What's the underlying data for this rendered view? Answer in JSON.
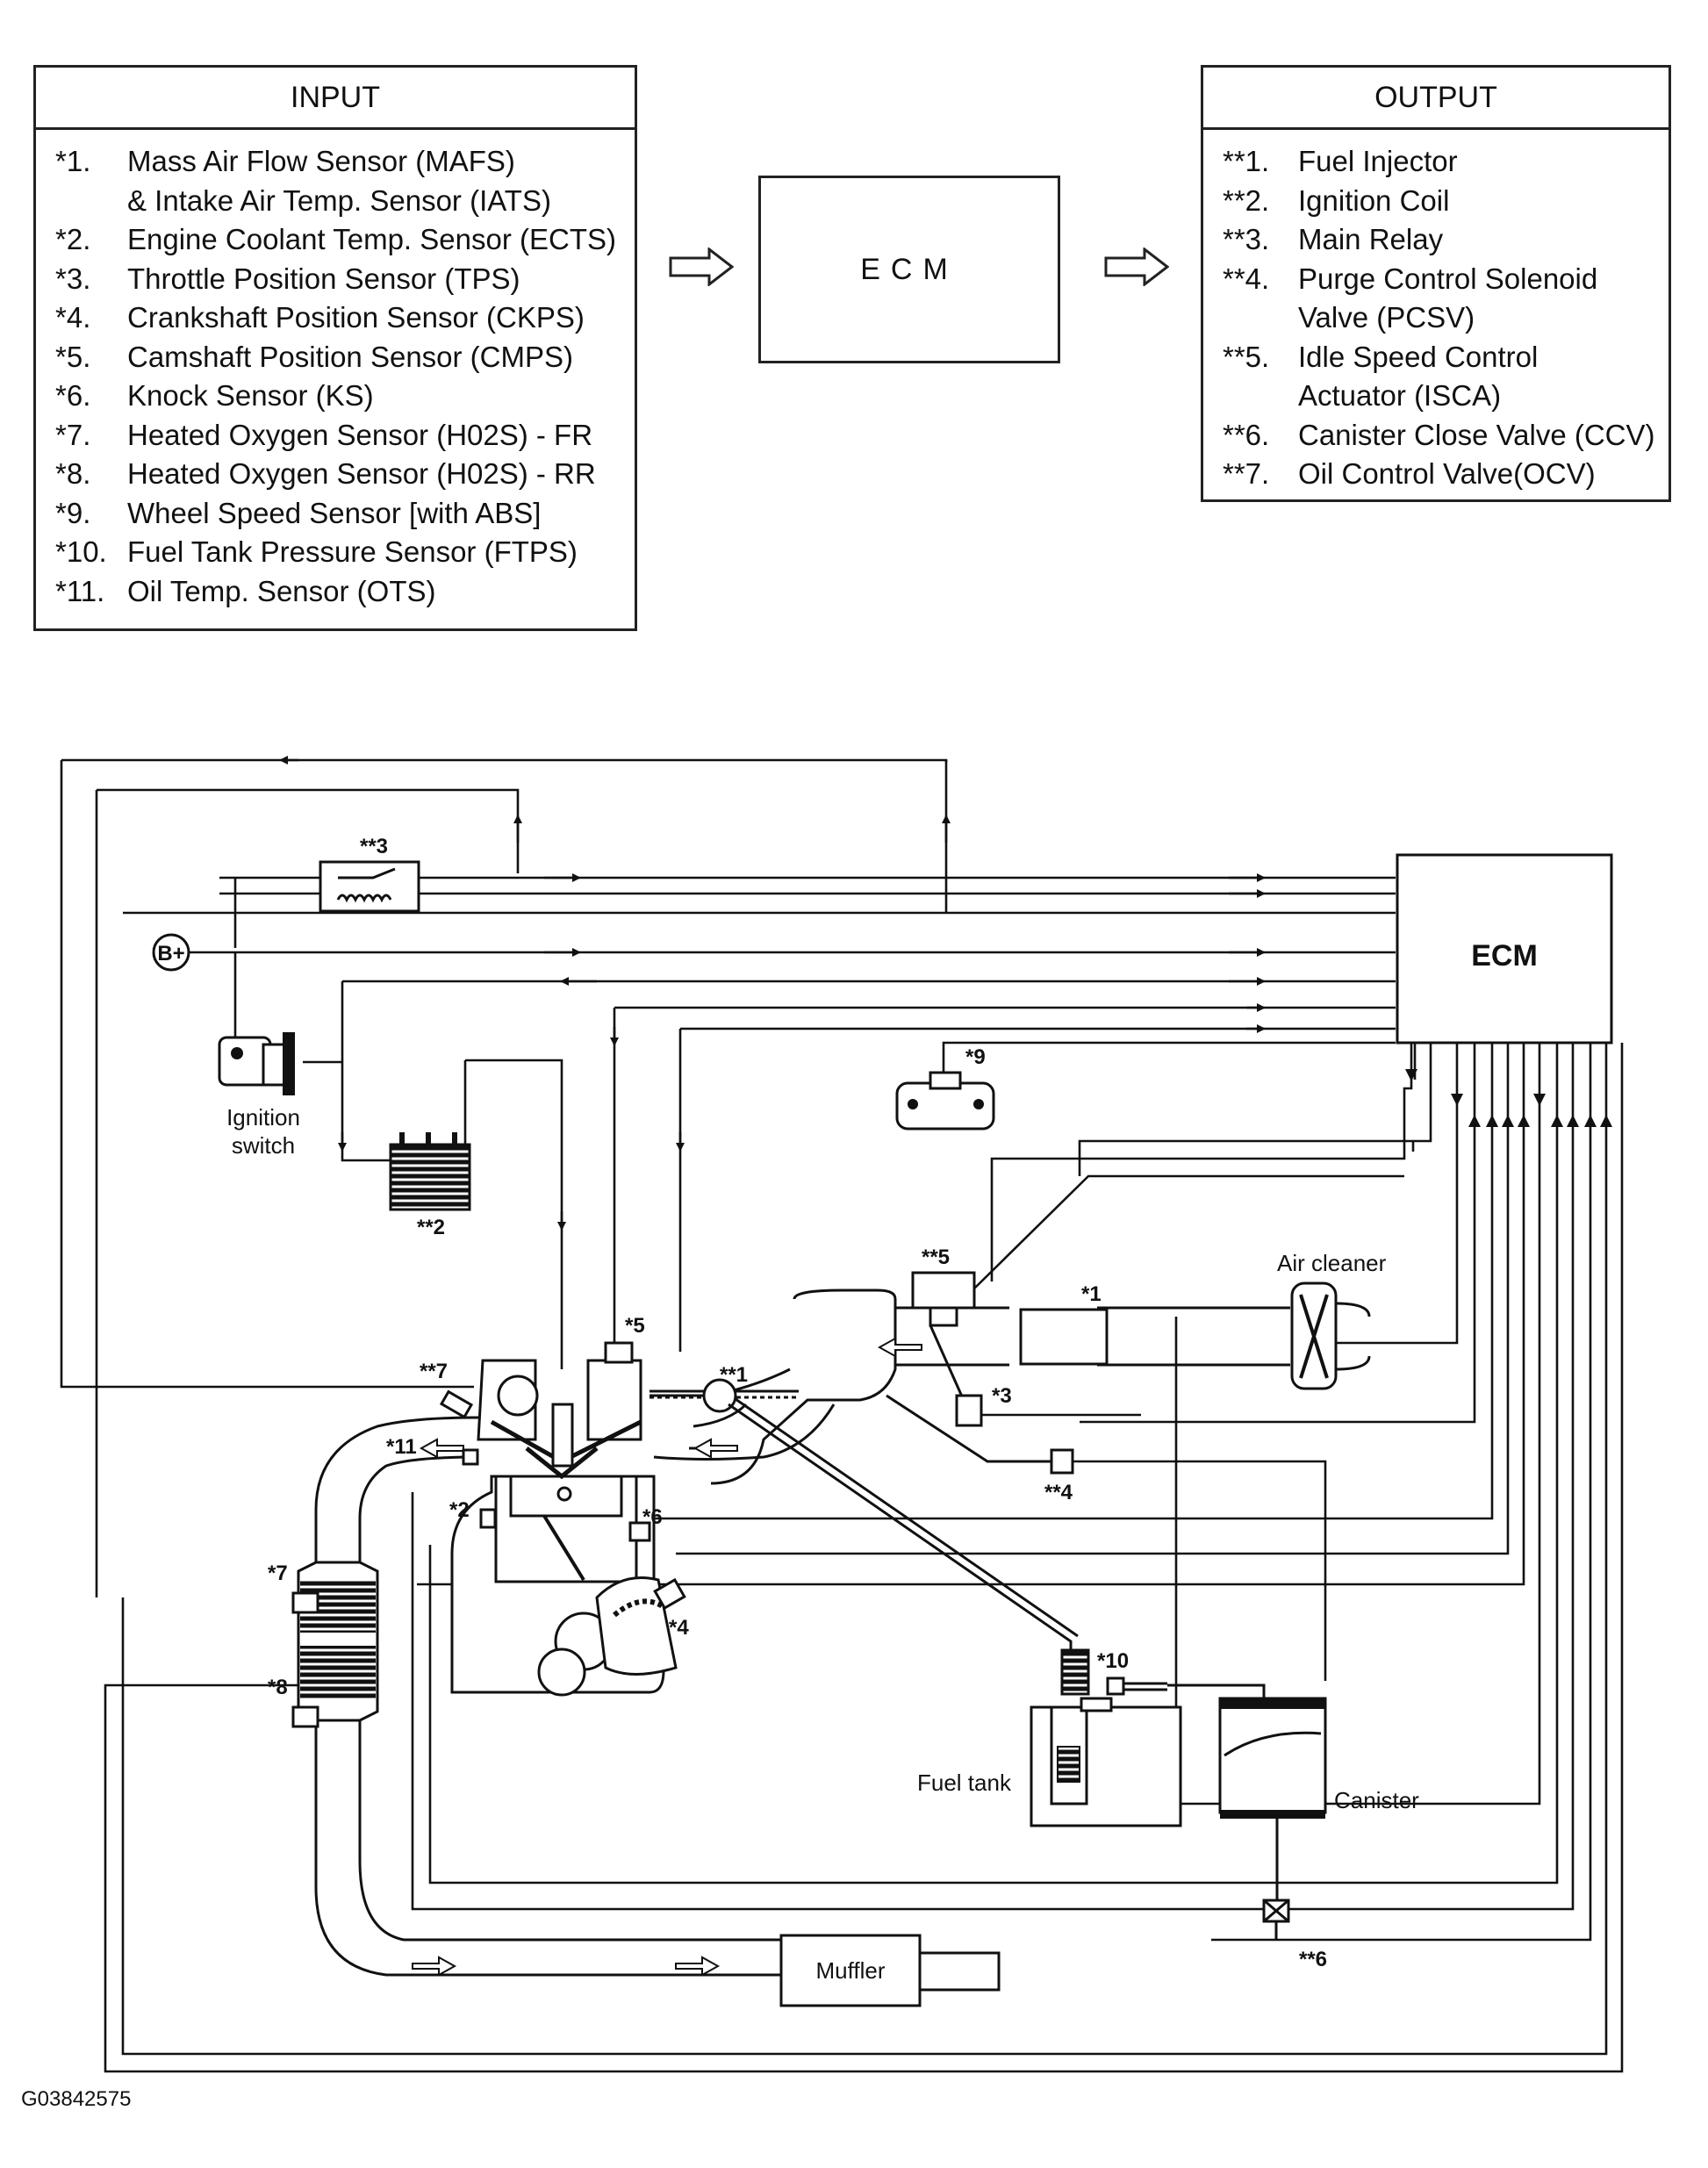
{
  "input": {
    "title": "INPUT",
    "items": [
      {
        "num": "*1.",
        "text": "Mass Air Flow Sensor (MAFS)"
      },
      {
        "num": "",
        "text": "& Intake Air Temp. Sensor (IATS)"
      },
      {
        "num": "*2.",
        "text": "Engine Coolant Temp. Sensor (ECTS)"
      },
      {
        "num": "*3.",
        "text": "Throttle Position Sensor (TPS)"
      },
      {
        "num": "*4.",
        "text": "Crankshaft Position Sensor (CKPS)"
      },
      {
        "num": "*5.",
        "text": "Camshaft Position Sensor (CMPS)"
      },
      {
        "num": "*6.",
        "text": "Knock Sensor (KS)"
      },
      {
        "num": "*7.",
        "text": "Heated Oxygen Sensor (H02S) - FR"
      },
      {
        "num": "*8.",
        "text": "Heated Oxygen Sensor (H02S) - RR"
      },
      {
        "num": "*9.",
        "text": "Wheel Speed Sensor [with ABS]"
      },
      {
        "num": "*10.",
        "text": "Fuel Tank Pressure Sensor (FTPS)"
      },
      {
        "num": "*11.",
        "text": "Oil Temp. Sensor (OTS)"
      }
    ]
  },
  "ecm_block": "ECM",
  "output": {
    "title": "OUTPUT",
    "items": [
      {
        "num": "**1.",
        "text": "Fuel Injector"
      },
      {
        "num": "**2.",
        "text": "Ignition Coil"
      },
      {
        "num": "**3.",
        "text": "Main Relay"
      },
      {
        "num": "**4.",
        "text": "Purge Control Solenoid"
      },
      {
        "num": "",
        "text": "Valve (PCSV)"
      },
      {
        "num": "**5.",
        "text": "Idle Speed Control"
      },
      {
        "num": "",
        "text": "Actuator (ISCA)"
      },
      {
        "num": "**6.",
        "text": "Canister Close Valve (CCV)"
      },
      {
        "num": "**7.",
        "text": "Oil Control Valve(OCV)"
      }
    ]
  },
  "diagram": {
    "ecm": "ECM",
    "battery": "B+",
    "ignition_switch": [
      "Ignition",
      "switch"
    ],
    "air_cleaner": "Air cleaner",
    "fuel_tank": "Fuel tank",
    "canister": "Canister",
    "muffler": "Muffler",
    "tags": {
      "out3": "**3",
      "out2": "**2",
      "out5": "**5",
      "out1": "**1",
      "out7": "**7",
      "out4": "**4",
      "out6": "**6",
      "in1": "*1",
      "in2": "*2",
      "in3": "*3",
      "in4": "*4",
      "in5": "*5",
      "in6": "*6",
      "in7": "*7",
      "in8": "*8",
      "in9": "*9",
      "in10": "*10",
      "in11": "*11"
    }
  },
  "figure_id": "G03842575"
}
